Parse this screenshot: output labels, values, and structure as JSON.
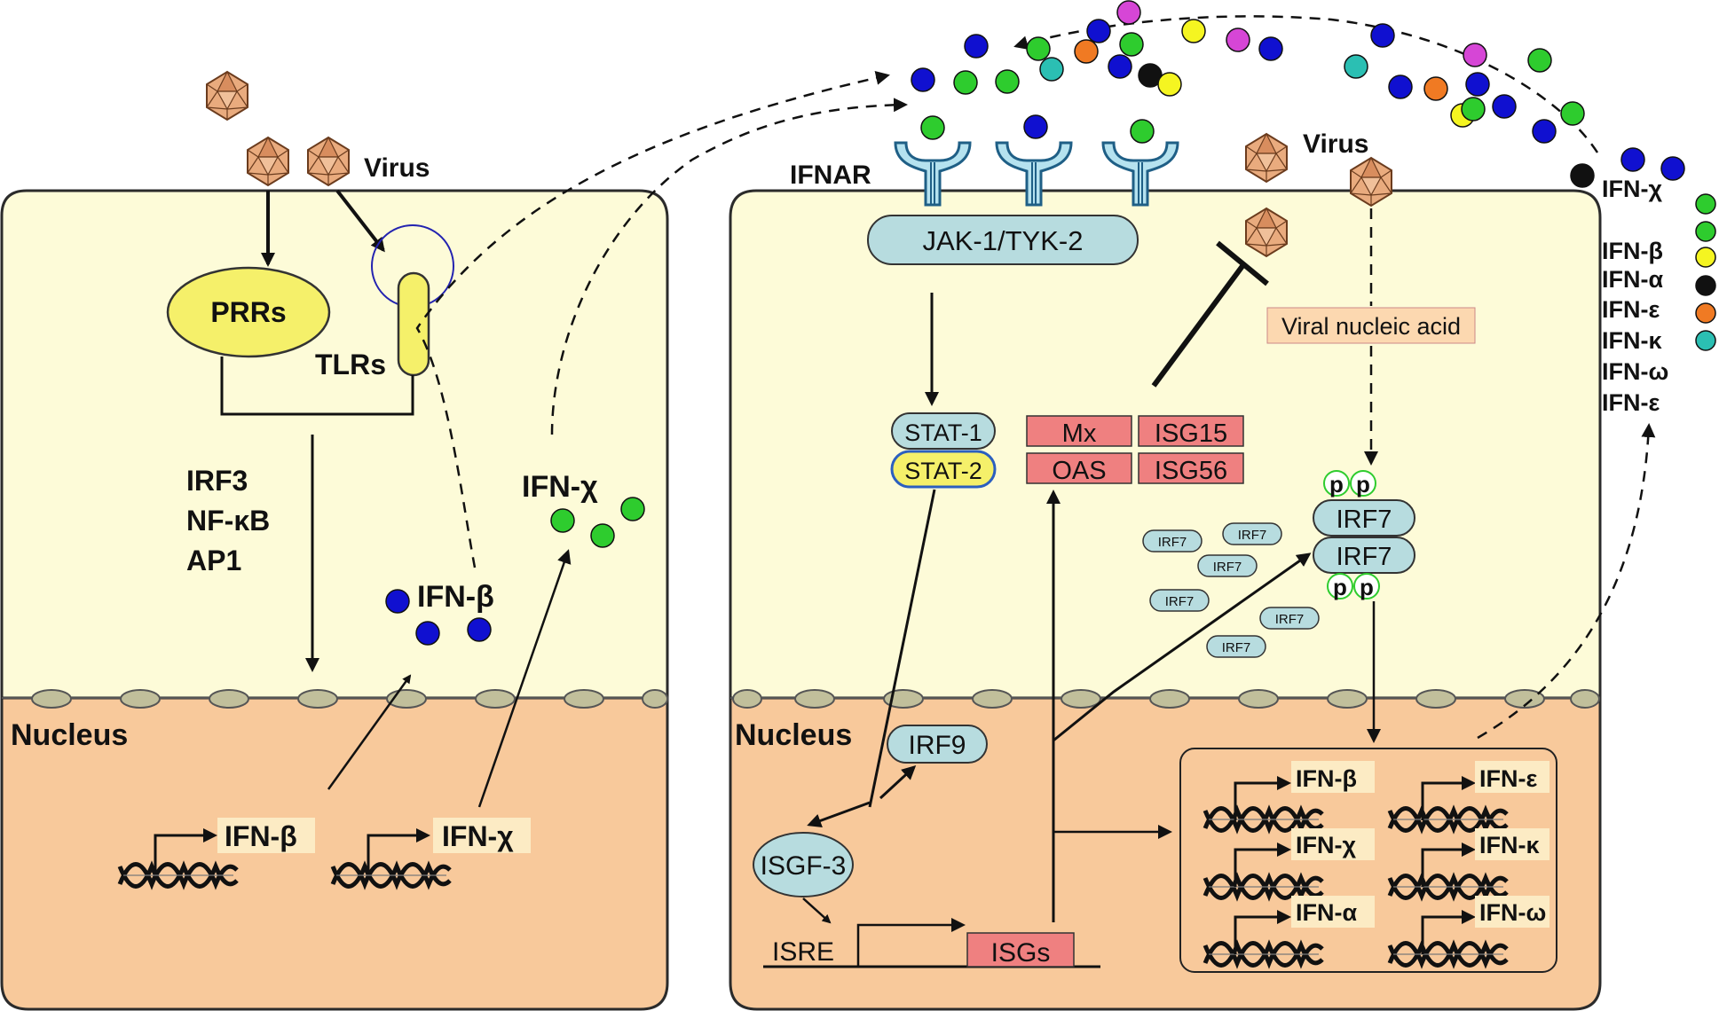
{
  "left_cell": {
    "virus_label": "Virus",
    "prrs_label": "PRRs",
    "tlrs_label": "TLRs",
    "factors": [
      "IRF3",
      "NF-κB",
      "AP1"
    ],
    "ifn_chi_label": "IFN-χ",
    "ifn_beta_label": "IFN-β",
    "nucleus_label": "Nucleus",
    "gene_beta": "IFN-β",
    "gene_chi": "IFN-χ"
  },
  "right_cell": {
    "ifnar_label": "IFNAR",
    "jak_label": "JAK-1/TYK-2",
    "virus_label": "Virus",
    "viral_nucleic_acid": "Viral nucleic acid",
    "stat1": "STAT-1",
    "stat2": "STAT-2",
    "isg_boxes": [
      "Mx",
      "ISG15",
      "OAS",
      "ISG56"
    ],
    "p_label": "p",
    "irf7": "IRF7",
    "irf7_small": "IRF7",
    "nucleus_label": "Nucleus",
    "irf9": "IRF9",
    "isgf3": "ISGF-3",
    "isre": "ISRE",
    "isgs": "ISGs",
    "genes": [
      "IFN-β",
      "IFN-ε",
      "IFN-χ",
      "IFN-κ",
      "IFN-α",
      "IFN-ω"
    ]
  },
  "legend": {
    "items": [
      {
        "label": "IFN-χ",
        "color": "#2ecc2e"
      },
      {
        "label": "IFN-β",
        "color": "#2ecc2e"
      },
      {
        "label": "IFN-α",
        "color": "#f5f521"
      },
      {
        "label": "IFN-ε",
        "color": "#111111"
      },
      {
        "label": "IFN-κ",
        "color": "#f07a23"
      },
      {
        "label": "IFN-ω",
        "color": "#2bbfb3"
      },
      {
        "label": "IFN-ε",
        "color": ""
      }
    ]
  },
  "colors": {
    "cytoplasm": "#fdfbd8",
    "nucleus": "#f8c99b",
    "receptor": "#b5e2ef",
    "pill": "#b7dcdf",
    "isg_red": "#ef8080",
    "blue_ifn": "#1010d0",
    "green_ifn": "#2ecc2e",
    "yellow": "#f5f06a",
    "virus": "#e9ab7e"
  }
}
